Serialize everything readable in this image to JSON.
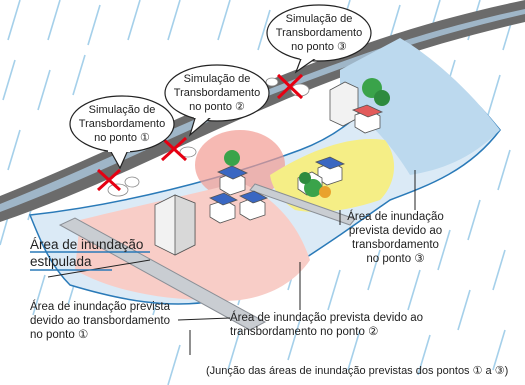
{
  "bubbles": [
    {
      "line1": "Simulação de",
      "line2": "Transbordamento",
      "line3": "no ponto ①"
    },
    {
      "line1": "Simulação de",
      "line2": "Transbordamento",
      "line3": "no ponto ②"
    },
    {
      "line1": "Simulação de",
      "line2": "Transbordamento",
      "line3": "no ponto ③"
    }
  ],
  "labels": {
    "stipulated": {
      "line1": "Área de inundação",
      "line2": "estipulada"
    },
    "point1": {
      "line1": "Área de inundação prevista",
      "line2": "devido ao transbordamento",
      "line3": "no ponto ①"
    },
    "point2": {
      "line1": "Área de inundação prevista devido ao",
      "line2": "transbordamento no ponto ②"
    },
    "point3": {
      "line1": "Área de inundação",
      "line2": "prevista devido ao",
      "line3": "transbordamento",
      "line4": "no ponto ③"
    },
    "junction": "(Junção das áreas de inundação previstas dos pontos ① a ③)"
  },
  "colors": {
    "rain": "#8ec5e6",
    "river": "#5a5a5a",
    "zone_pink": "#f7c9c3",
    "zone_yellow": "#f3ee7c",
    "zone_blue": "#c9e3f3",
    "break_mark": "#e60012"
  }
}
